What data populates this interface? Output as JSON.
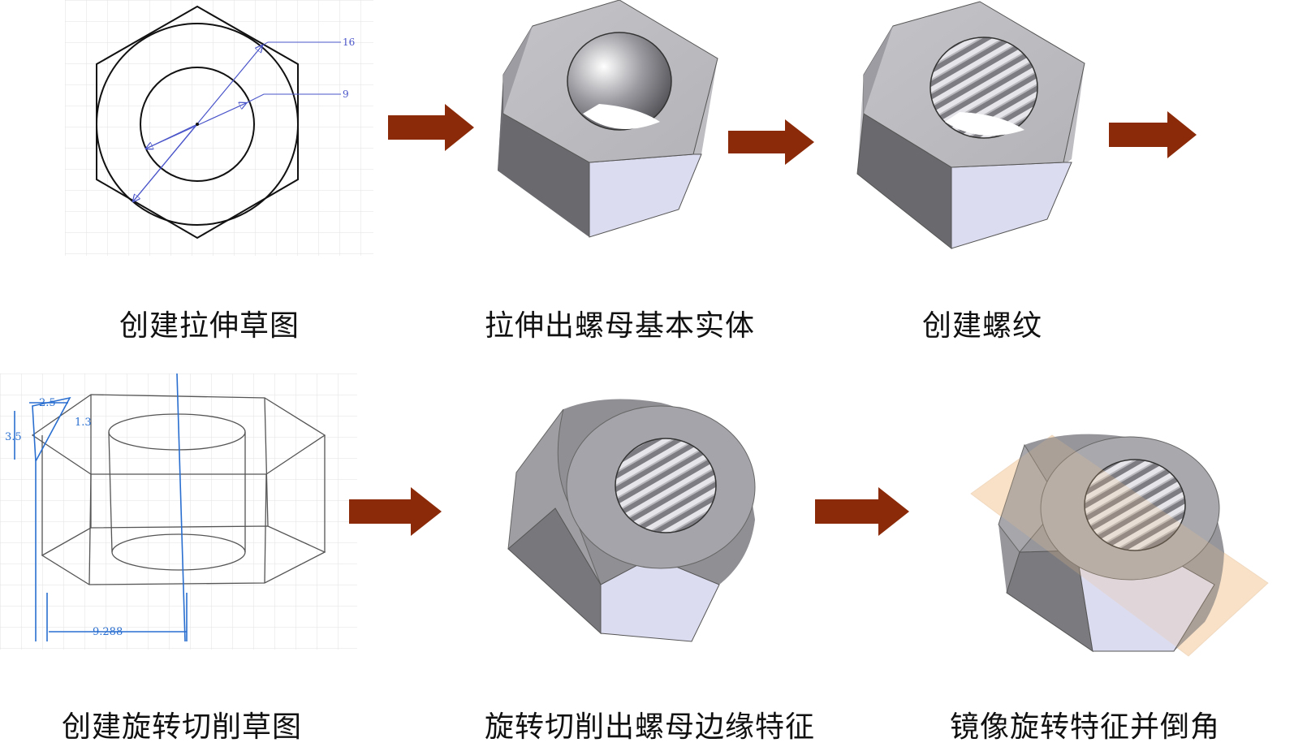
{
  "steps": [
    {
      "caption": "创建拉伸草图",
      "dims": [
        "16",
        "9"
      ]
    },
    {
      "caption": "拉伸出螺母基本实体"
    },
    {
      "caption": "创建螺纹"
    },
    {
      "caption": "创建旋转切削草图",
      "dims": [
        "2.5",
        "1.3",
        "3.5",
        "9.288"
      ]
    },
    {
      "caption": "旋转切削出螺母边缘特征"
    },
    {
      "caption": "镜像旋转特征并倒角"
    }
  ],
  "colors": {
    "arrow": "#8b2a08",
    "sketch_line": "#111111",
    "dimension": "#4a55c9",
    "sketch_blue": "#2a6fd0",
    "grid": "#dcdcdc",
    "face_top": "#c8c8cc",
    "face_dark": "#737377",
    "face_light": "#dcdcf0",
    "mirror_plane": "#f3c48f"
  }
}
